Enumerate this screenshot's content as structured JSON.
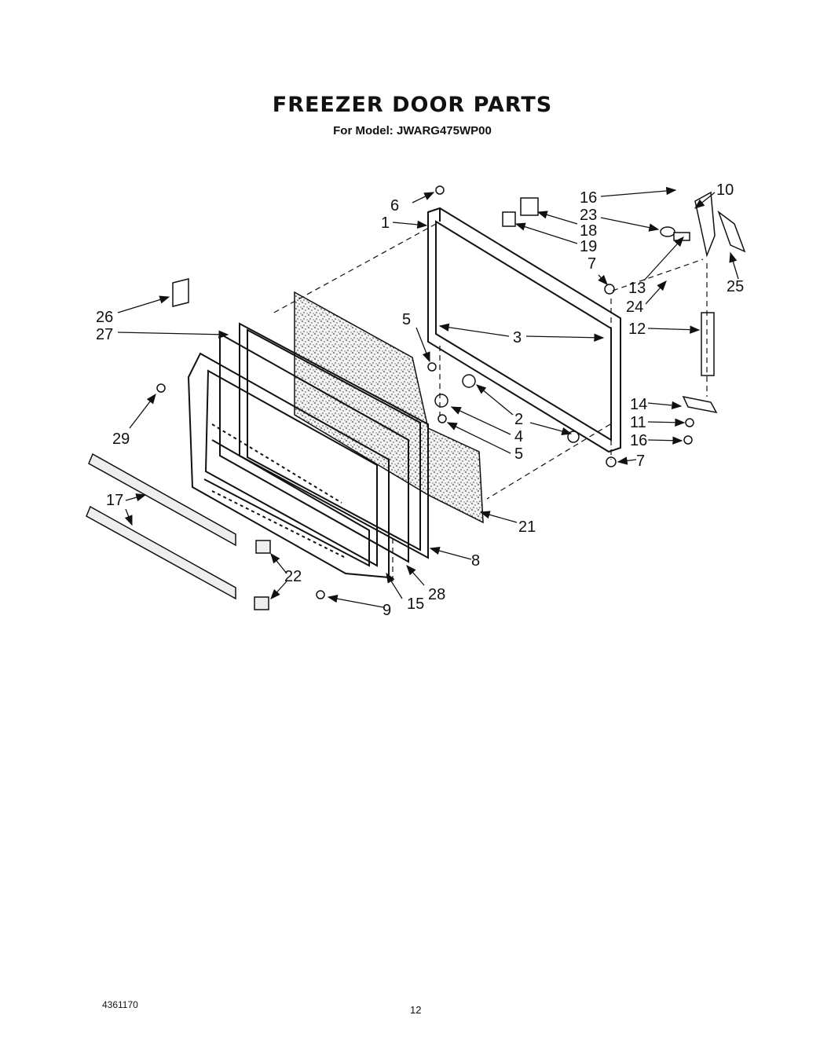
{
  "header": {
    "title": "FREEZER DOOR PARTS",
    "subtitle": "For Model: JWARG475WP00"
  },
  "callouts": [
    "6",
    "1",
    "16",
    "10",
    "23",
    "18",
    "19",
    "7",
    "13",
    "24",
    "25",
    "26",
    "27",
    "5",
    "3",
    "12",
    "2",
    "4",
    "5",
    "14",
    "11",
    "16",
    "7",
    "29",
    "17",
    "21",
    "8",
    "22",
    "9",
    "15",
    "28"
  ],
  "footer": {
    "doc_number": "4361170",
    "page_number": "12"
  }
}
